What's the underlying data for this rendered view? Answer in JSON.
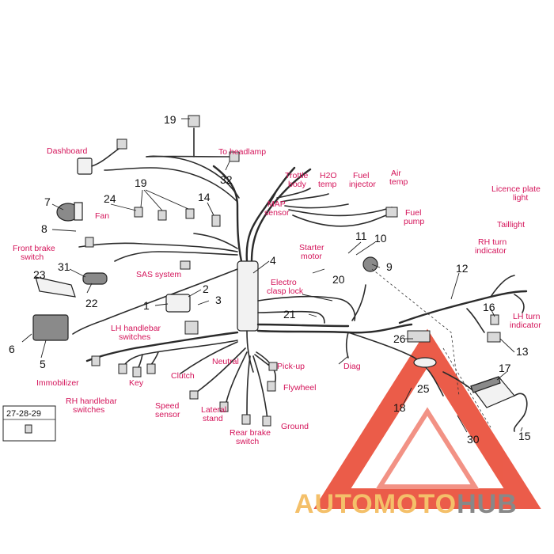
{
  "labels": {
    "dashboard": "Dashboard",
    "to_headlamp": "To headlamp",
    "trottle_body": [
      "Trottle",
      "body"
    ],
    "h2o_temp": [
      "H2O",
      "temp"
    ],
    "fuel_injector": [
      "Fuel",
      "injector"
    ],
    "air_temp": [
      "Air",
      "temp"
    ],
    "map_sensor": [
      "MAP",
      "sensor"
    ],
    "fuel_pump": [
      "Fuel",
      "pump"
    ],
    "fan": "Fan",
    "front_brake_switch": [
      "Front brake",
      "switch"
    ],
    "sas_system": "SAS system",
    "starter_motor": [
      "Starter",
      "motor"
    ],
    "electro_clasp_lock": [
      "Electro",
      "clasp lock"
    ],
    "licence_plate_light": [
      "Licence plate",
      "light"
    ],
    "taillight": "Taillight",
    "rh_turn_indicator": [
      "RH turn",
      "indicator"
    ],
    "lh_turn_indicator": [
      "LH turn",
      "indicator"
    ],
    "lh_handlebar_switches": [
      "LH handlebar",
      "switches"
    ],
    "immobilizer": "Immobilizer",
    "key": "Key",
    "clutch": "Clutch",
    "neutral": "Neutral",
    "pick_up": "Pick-up",
    "diag": "Diag",
    "flywheel": "Flywheel",
    "rh_handlebar_switches": [
      "RH handlebar",
      "switches"
    ],
    "speed_sensor": [
      "Speed",
      "sensor"
    ],
    "lateral_stand": [
      "Lateral",
      "stand"
    ],
    "rear_brake_switch": [
      "Rear brake",
      "switch"
    ],
    "ground": "Ground"
  },
  "numbers": {
    "n1": "1",
    "n2": "2",
    "n3": "3",
    "n4": "4",
    "n5": "5",
    "n6": "6",
    "n7": "7",
    "n8": "8",
    "n9": "9",
    "n10": "10",
    "n11": "11",
    "n12": "12",
    "n13": "13",
    "n14": "14",
    "n15": "15",
    "n16": "16",
    "n17": "17",
    "n18": "18",
    "n19a": "19",
    "n19b": "19",
    "n20": "20",
    "n21": "21",
    "n22": "22",
    "n23": "23",
    "n24": "24",
    "n25": "25",
    "n26": "26",
    "n30": "30",
    "n31": "31",
    "n32": "32"
  },
  "kit_box": {
    "label": "27-28-29"
  },
  "watermark": {
    "part_auto": "AUTO",
    "part_moto": "MOTO",
    "part_hub": "HUB",
    "colors": {
      "auto": "#f4c06a",
      "moto": "#f4c06a",
      "hub": "#888888",
      "triangle": "#e8402a"
    }
  },
  "colors": {
    "label": "#d4145a",
    "line": "#2b2b2b"
  }
}
